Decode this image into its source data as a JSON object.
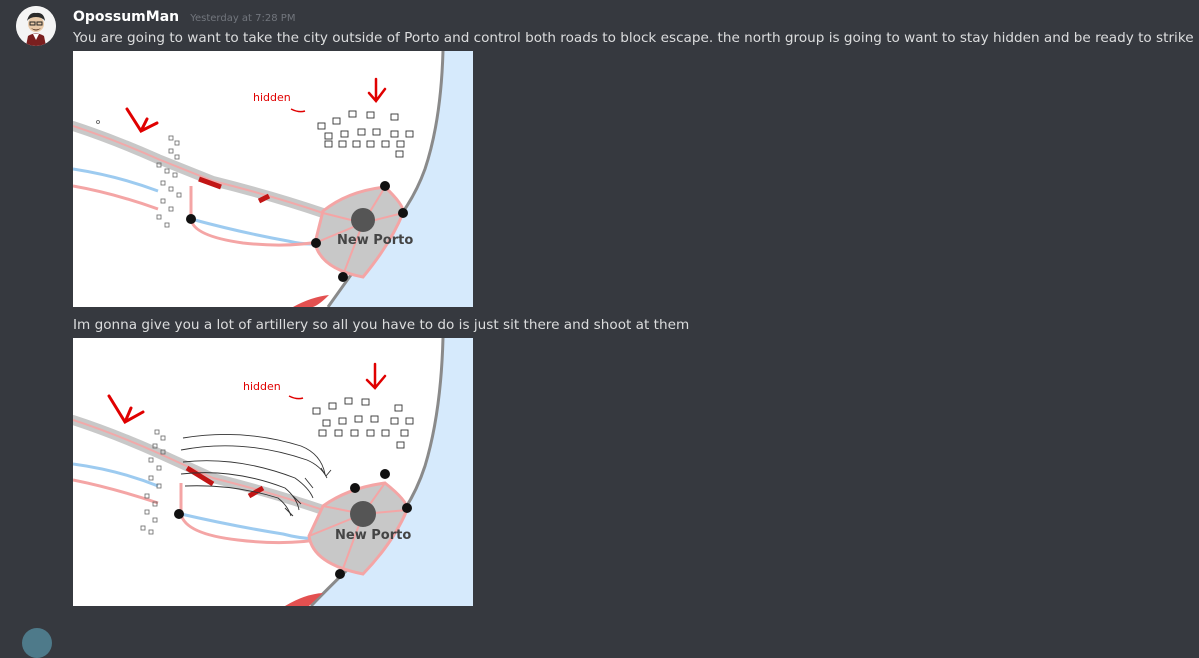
{
  "message": {
    "username": "OpossumMan",
    "timestamp": "Yesterday at 7:28 PM",
    "text1": "You are going to want to take the city outside of Porto and control both roads to block escape. the north group is going to want to stay hidden and be ready to strike",
    "text2": "Im gonna give you a lot of artillery so all you have to do is just sit there and shoot at them"
  },
  "maps": {
    "map1": {
      "hidden_label": "hidden",
      "city_label": "New Porto"
    },
    "map2": {
      "hidden_label": "hidden",
      "city_label": "New Porto"
    }
  },
  "colors": {
    "background": "#36393f",
    "username": "#ffffff",
    "message_text": "#dcddde",
    "timestamp": "#72767d",
    "sea": "#d6eafc",
    "road_red": "#f4a5a5",
    "arrow_red": "#e00000"
  }
}
